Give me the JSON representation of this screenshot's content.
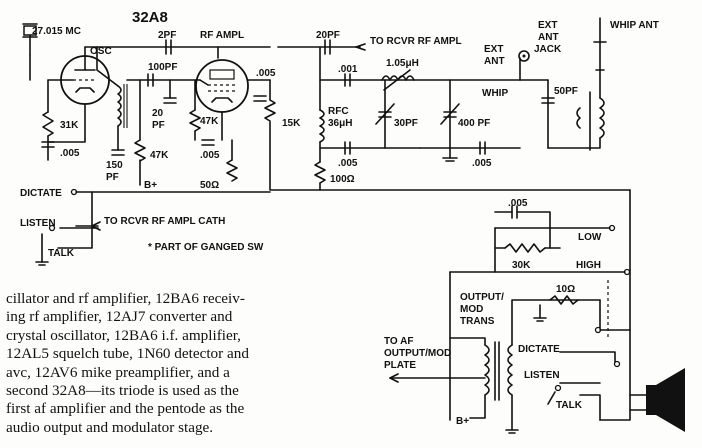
{
  "tube_top": "32A8",
  "labels": {
    "crystal_freq": "27.015 MC",
    "osc": "OSC",
    "cap_2pf": "2PF",
    "rf_ampl": "RF AMPL",
    "cap_20pf": "20PF",
    "to_rcvr_rf_ampl": "TO RCVR RF AMPL",
    "ext_ant_jack_1": "EXT",
    "ext_ant_jack_2": "ANT",
    "ext_ant_jack_3": "JACK",
    "whip_ant": "WHIP ANT",
    "ext_ant_1": "EXT",
    "ext_ant_2": "ANT",
    "whip": "WHIP",
    "cap_100pf": "100PF",
    "cap_005_a": ".005",
    "cap_001": ".001",
    "ind_105": "1.05μH",
    "rfc_1": "RFC",
    "rfc_2": "36μH",
    "cap_30pf": "30PF",
    "cap_400pf": "400 PF",
    "cap_50pf": "50PF",
    "res_31k": "31K",
    "cap_005_b": ".005",
    "cap_20pf_b1": "20",
    "cap_20pf_b2": "PF",
    "res_47k_a": "47K",
    "res_47k_b": "47K",
    "cap_005_c": ".005",
    "res_15k": "15K",
    "cap_150pf_1": "150",
    "cap_150pf_2": "PF",
    "b_plus_1": "B+",
    "res_50": "50Ω",
    "cap_005_d": ".005",
    "res_100": "100Ω",
    "cap_005_e": ".005",
    "dictate": "DICTATE",
    "listen": "LISTEN",
    "to_rcvr_rf_cath": "TO RCVR RF AMPL CATH",
    "talk": "TALK",
    "ganged_sw": "* PART OF GANGED SW",
    "cap_005_f": ".005",
    "low": "LOW",
    "res_30k": "30K",
    "high": "HIGH",
    "output_mod_1": "OUTPUT/",
    "output_mod_2": "MOD",
    "output_mod_3": "TRANS",
    "res_10": "10Ω",
    "to_af_1": "TO AF",
    "to_af_2": "OUTPUT/MOD",
    "to_af_3": "PLATE",
    "dictate_2": "DICTATE",
    "listen_2": "LISTEN",
    "talk_2": "TALK",
    "b_plus_2": "B+"
  },
  "caption_lines": [
    "cillator and rf amplifier, 12BA6 receiv-",
    "ing rf amplifier, 12AJ7 converter and",
    "crystal oscillator, 12BA6 i.f. amplifier,",
    "12AL5 squelch tube, 1N60 detector and",
    "avc, 12AV6 mike preamplifier, and a",
    "second 32A8—its triode is used as the",
    "first af amplifier and the pentode as the",
    "audio output and modulator stage."
  ]
}
